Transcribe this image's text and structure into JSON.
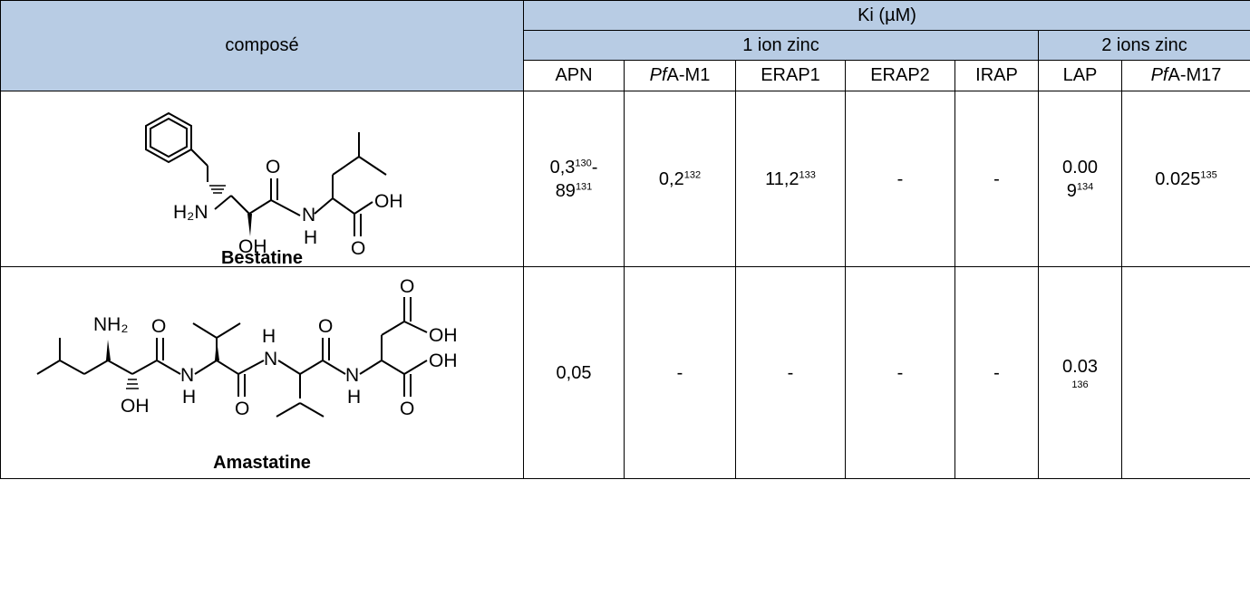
{
  "header": {
    "compound": "composé",
    "ki": "Ki (µM)",
    "one_zinc": "1 ion zinc",
    "two_zinc": "2 ions zinc",
    "enzymes": [
      {
        "pre": "",
        "it": "",
        "post": "APN"
      },
      {
        "pre": "",
        "it": "Pf",
        "post": "A-M1"
      },
      {
        "pre": "",
        "it": "",
        "post": "ERAP1"
      },
      {
        "pre": "",
        "it": "",
        "post": "ERAP2"
      },
      {
        "pre": "",
        "it": "",
        "post": "IRAP"
      },
      {
        "pre": "",
        "it": "",
        "post": "LAP"
      },
      {
        "pre": "",
        "it": "Pf",
        "post": "A-M17"
      }
    ]
  },
  "rows": [
    {
      "name": "Bestatine",
      "labels": {
        "o": "O",
        "h2n": "H₂N",
        "n": "N",
        "h": "H",
        "oh": "OH",
        "oh2": "OH",
        "o2": "O"
      },
      "apn": {
        "a": "0,3",
        "a_ref": "130",
        "dash": "-",
        "b": "89",
        "b_ref": "131"
      },
      "pfam1": {
        "v": "0,2",
        "ref": "132"
      },
      "erap1": {
        "v": "11,2",
        "ref": "133"
      },
      "erap2": "-",
      "irap": "-",
      "lap": {
        "a": "0.00",
        "b": "9",
        "ref": "134"
      },
      "pfam17": {
        "v": "0.025",
        "ref": "135"
      }
    },
    {
      "name": "Amastatine",
      "labels": {
        "nh2": "NH₂",
        "o1": "O",
        "n1": "N",
        "h1": "H",
        "o2": "O",
        "h2": "H",
        "n2": "N",
        "o3": "O",
        "n3": "N",
        "h3": "H",
        "o4": "O",
        "o5": "O",
        "oh1": "OH",
        "oh2": "OH",
        "oh3": "OH"
      },
      "apn": "0,05",
      "pfam1": "-",
      "erap1": "-",
      "erap2": "-",
      "irap": "-",
      "lap": {
        "v": "0.03",
        "ref": "136"
      },
      "pfam17": ""
    }
  ]
}
